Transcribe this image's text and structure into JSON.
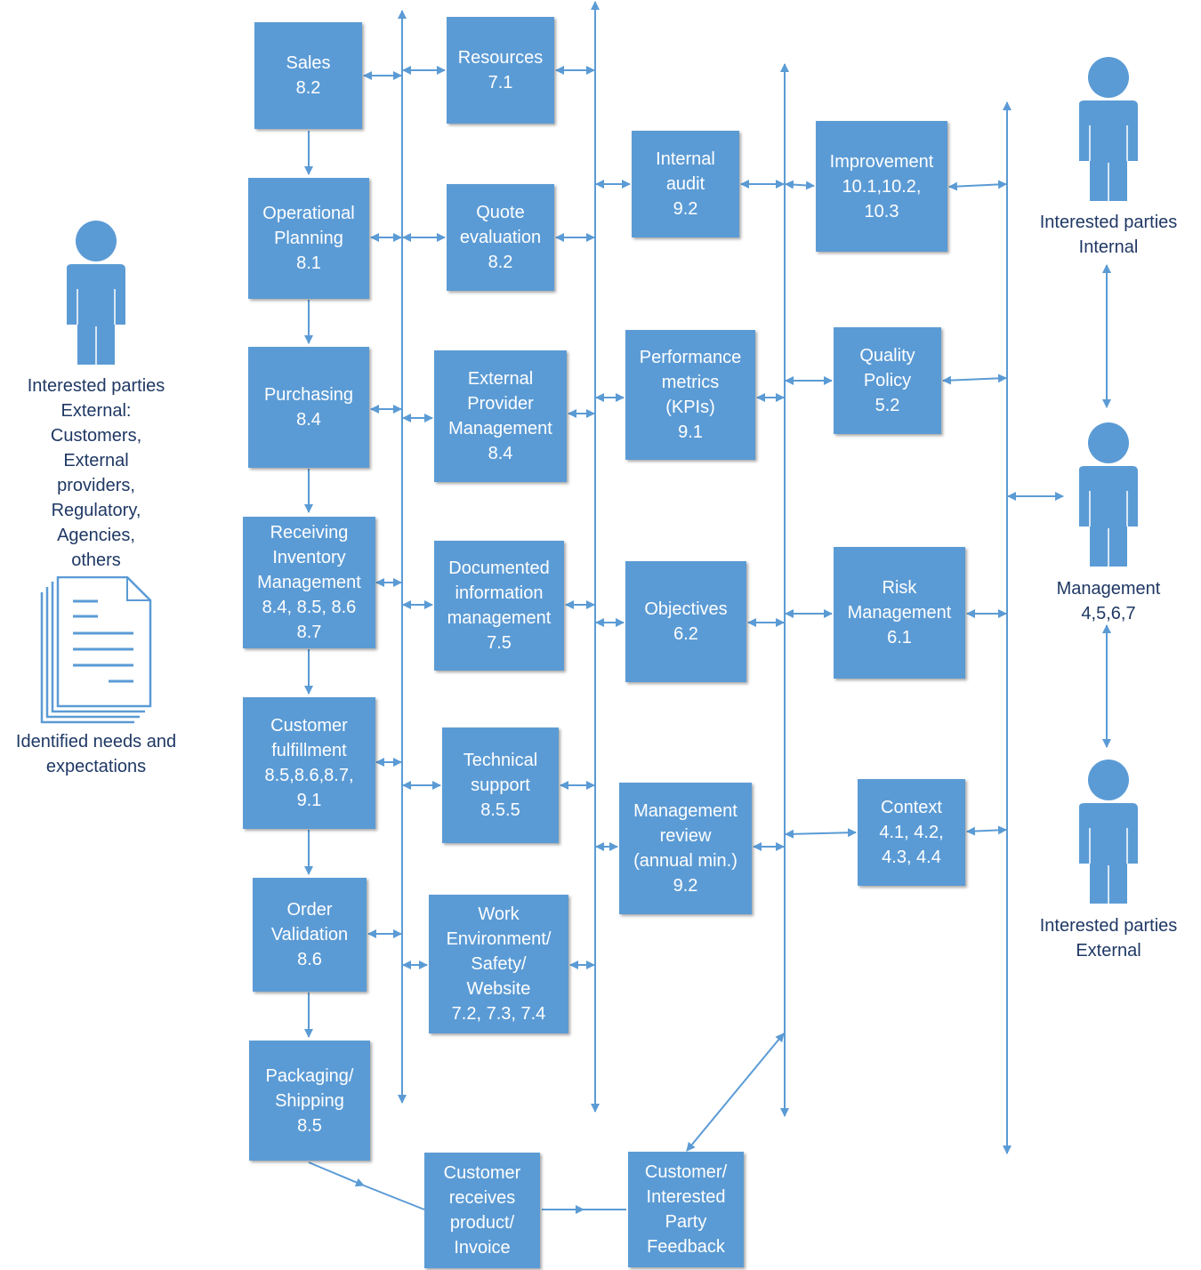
{
  "colors": {
    "box_fill": "#5b9bd5",
    "box_text": "#ffffff",
    "connector": "#5b9bd5",
    "caption_text": "#1f3864"
  },
  "boxes": {
    "sales": [
      "Sales",
      "8.2"
    ],
    "operational_planning": [
      "Operational",
      "Planning",
      "8.1"
    ],
    "purchasing": [
      "Purchasing",
      "8.4"
    ],
    "receiving": [
      "Receiving",
      "Inventory",
      "Management",
      "8.4, 8.5, 8.6",
      "8.7"
    ],
    "customer_fulfillment": [
      "Customer",
      "fulfillment",
      "8.5,8.6,8.7,",
      "9.1"
    ],
    "order_validation": [
      "Order",
      "Validation",
      "8.6"
    ],
    "packaging_shipping": [
      "Packaging/",
      "Shipping",
      "8.5"
    ],
    "resources": [
      "Resources",
      "7.1"
    ],
    "quote_evaluation": [
      "Quote",
      "evaluation",
      "8.2"
    ],
    "external_provider": [
      "External",
      "Provider",
      "Management",
      "8.4"
    ],
    "documented_info": [
      "Documented",
      "information",
      "management",
      "7.5"
    ],
    "technical_support": [
      "Technical",
      "support",
      "8.5.5"
    ],
    "work_environment": [
      "Work",
      "Environment/",
      "Safety/",
      "Website",
      "7.2, 7.3, 7.4"
    ],
    "internal_audit": [
      "Internal",
      "audit",
      "9.2"
    ],
    "performance_metrics": [
      "Performance",
      "metrics",
      "(KPIs)",
      "9.1"
    ],
    "objectives": [
      "Objectives",
      "6.2"
    ],
    "management_review": [
      "Management",
      "review",
      "(annual min.)",
      "9.2"
    ],
    "improvement": [
      "Improvement",
      "10.1,10.2,",
      "10.3"
    ],
    "quality_policy": [
      "Quality",
      "Policy",
      "5.2"
    ],
    "risk_management": [
      "Risk",
      "Management",
      "6.1"
    ],
    "context": [
      "Context",
      "4.1, 4.2,",
      "4.3, 4.4"
    ],
    "customer_receives": [
      "Customer",
      "receives",
      "product/",
      "Invoice"
    ],
    "customer_feedback": [
      "Customer/",
      "Interested",
      "Party",
      "Feedback"
    ]
  },
  "captions": {
    "external_left": [
      "Interested parties",
      "External:",
      "Customers,",
      "External",
      "providers,",
      "Regulatory,",
      "Agencies,",
      "others"
    ],
    "needs": [
      "Identified needs and",
      "expectations"
    ],
    "internal_right": [
      "Interested parties",
      "Internal"
    ],
    "management_right": [
      "Management",
      "4,5,6,7"
    ],
    "external_right": [
      "Interested parties",
      "External"
    ]
  }
}
